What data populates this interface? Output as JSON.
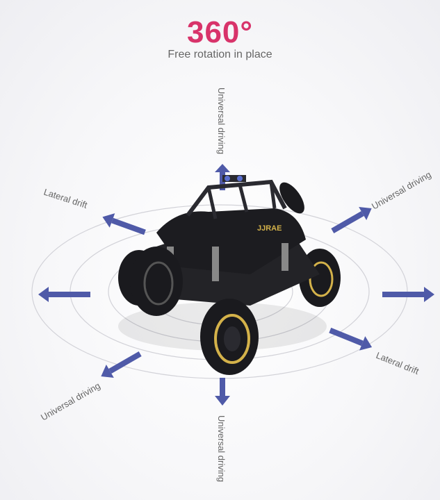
{
  "header": {
    "title": "360°",
    "subtitle": "Free rotation in place"
  },
  "labels": {
    "top": "Universal driving",
    "top_right": "Universal driving",
    "left_upper": "Lateral drift",
    "right_lower": "Lateral drift",
    "bottom_left": "Universal driving",
    "bottom": "Universal driving"
  },
  "vehicle": {
    "decal": "JJRAE"
  },
  "colors": {
    "title": "#d8336a",
    "arrow": "#4f5aa8",
    "ring": "#d2d2d8",
    "car_body": "#1c1c20",
    "car_accent": "#d4b24a"
  }
}
